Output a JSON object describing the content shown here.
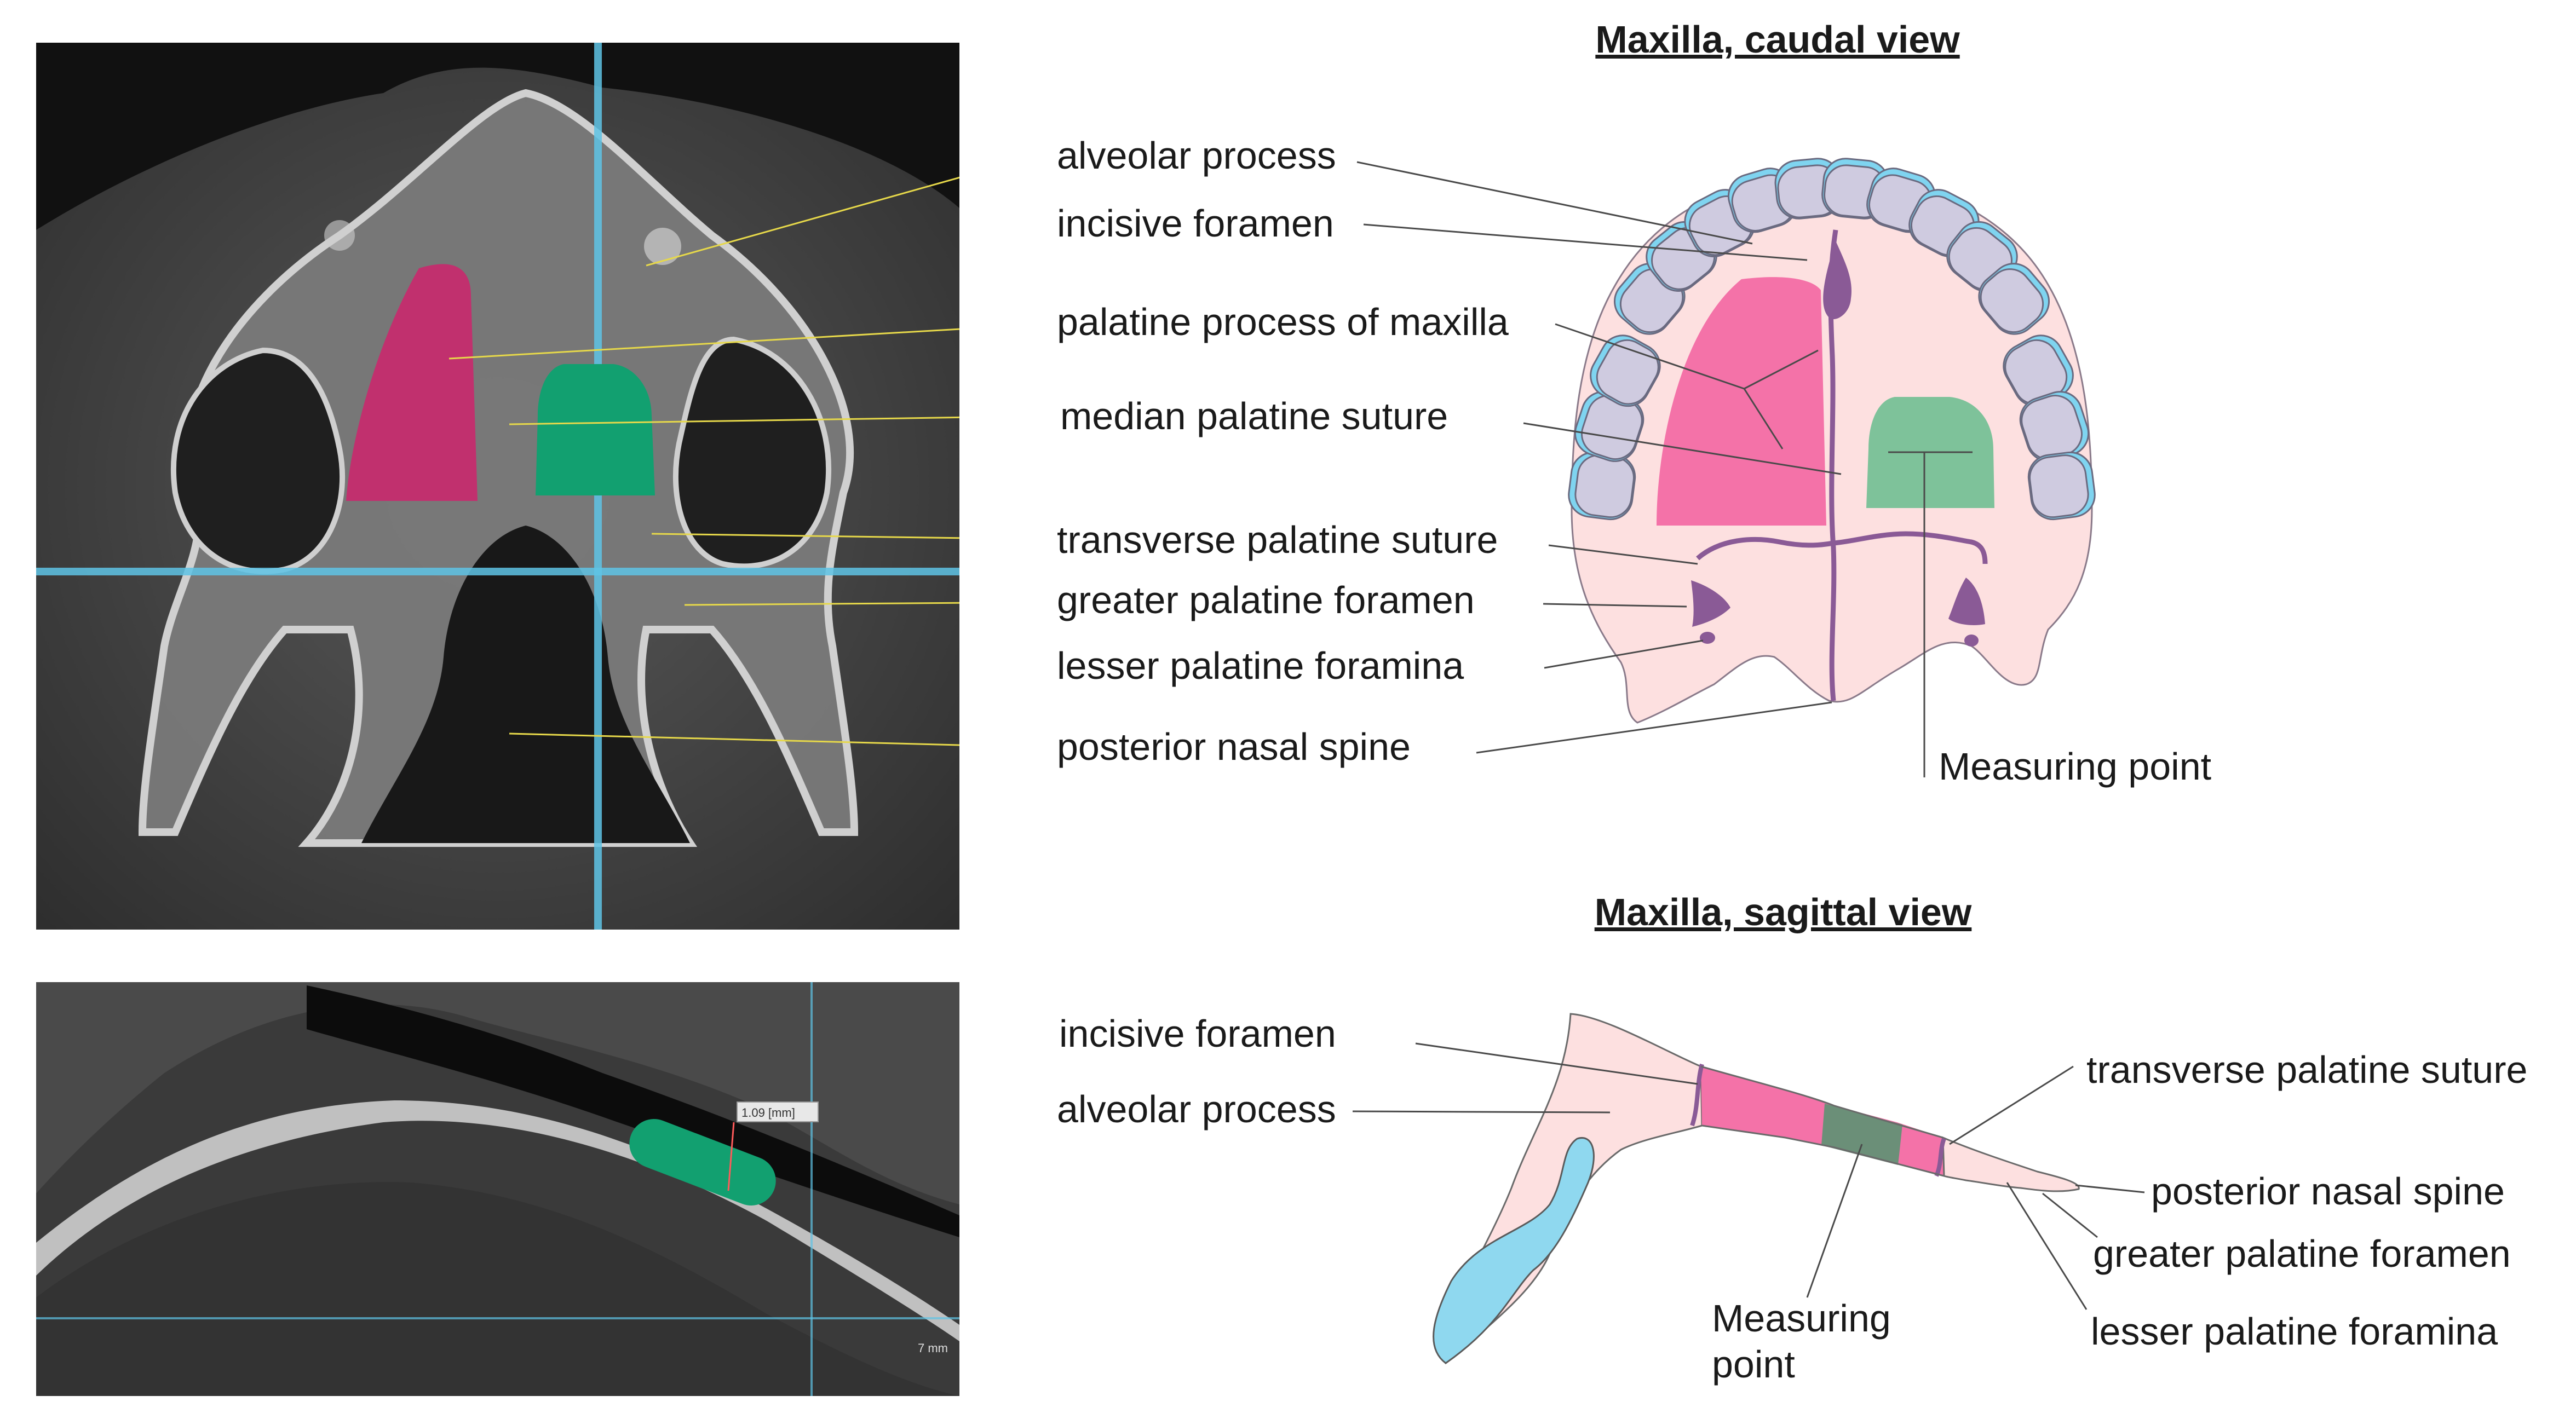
{
  "caudal": {
    "title": "Maxilla, caudal view",
    "labels": {
      "alveolar_process": "alveolar process",
      "incisive_foramen": "incisive foramen",
      "palatine_process": "palatine process of maxilla",
      "median_suture": "median palatine suture",
      "transverse_suture": "transverse palatine suture",
      "greater_foramen": "greater palatine foramen",
      "lesser_foramina": "lesser palatine foramina",
      "posterior_spine": "posterior nasal spine",
      "measuring_point": "Measuring point"
    }
  },
  "sagittal": {
    "title": "Maxilla, sagittal view",
    "labels": {
      "incisive_foramen": "incisive foramen",
      "alveolar_process": "alveolar process",
      "transverse_suture": "transverse palatine suture",
      "posterior_spine": "posterior nasal spine",
      "greater_foramen": "greater palatine foramen",
      "lesser_foramina": "lesser palatine foramina",
      "measuring_point_line1": "Measuring",
      "measuring_point_line2": "point"
    }
  },
  "ct": {
    "measurement": "1.09 [mm]",
    "scale": "7 mm"
  },
  "colors": {
    "palatine_pink": "#e8457f",
    "measure_green": "#7ec29a",
    "ct_green": "#12a070",
    "ct_magenta": "#c1306e",
    "bone_pink": "#fde0e0",
    "tooth_grey": "#cfcbe0",
    "enamel_blue": "#7fd4f0",
    "suture_purple": "#8a5a96",
    "ct_crosshair": "#5fc4e6",
    "leader_yellow": "#e6d84a"
  }
}
